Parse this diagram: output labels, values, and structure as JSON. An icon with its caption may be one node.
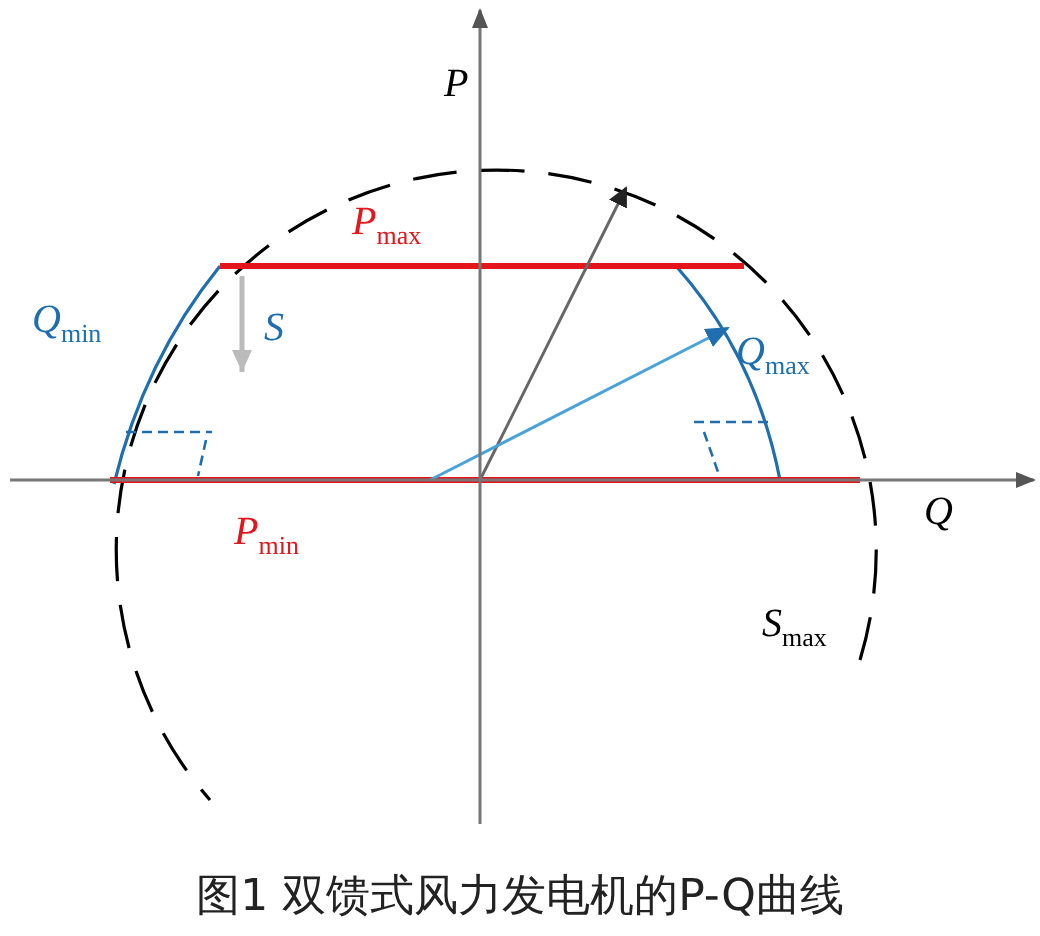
{
  "diagram": {
    "caption": "图1 双馈式风力发电机的P-Q曲线",
    "labels": [
      "P",
      "*P*$_{max}$",
      "*Q*$_{min}$",
      "S",
      "*Q*$_{max}$",
      "Q",
      "*P*$_{min}$",
      "*S*$_{max}$"
    ]
  }
}
